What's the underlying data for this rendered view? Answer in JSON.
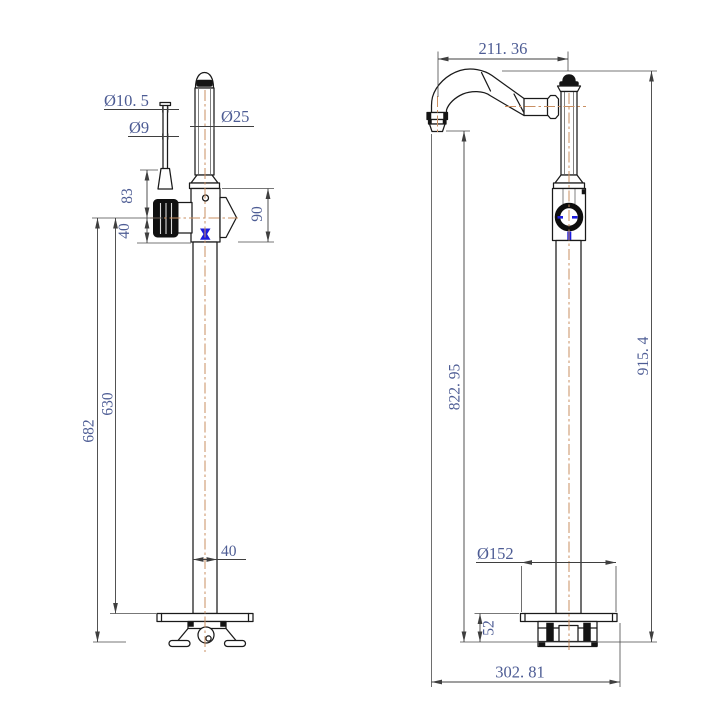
{
  "colors": {
    "outline": "#1a1a1a",
    "dimension_line": "#3f3f3f",
    "dimension_text": "#4d5c94",
    "centerline": "#c98f62",
    "accent_blue": "#1b1bdd",
    "background": "#ffffff"
  },
  "front_view": {
    "labels": {
      "lever_top_diameter": "Ø10. 5",
      "lever_diameter": "Ø9",
      "spout_diameter": "Ø25",
      "lever_rise": "83",
      "body_height": "90",
      "outlet_offset": "40",
      "height_to_handle": "682",
      "height_to_base": "630",
      "pipe_diameter": "40"
    }
  },
  "side_view": {
    "labels": {
      "spout_reach": "211. 36",
      "outlet_height": "822. 95",
      "overall_height": "915. 4",
      "base_diameter": "Ø152",
      "base_height": "52",
      "overall_depth": "302. 81"
    }
  }
}
